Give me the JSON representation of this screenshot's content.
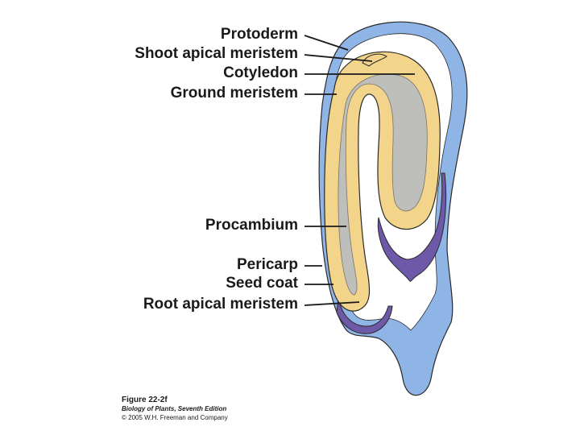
{
  "labels": {
    "protoderm": "Protoderm",
    "shoot_apical_meristem": "Shoot apical meristem",
    "cotyledon": "Cotyledon",
    "ground_meristem": "Ground meristem",
    "procambium": "Procambium",
    "pericarp": "Pericarp",
    "seed_coat": "Seed coat",
    "root_apical_meristem": "Root apical meristem"
  },
  "caption": {
    "figure": "Figure 22-2f",
    "book": "Biology of Plants, Seventh Edition",
    "copyright": "© 2005 W.H. Freeman and Company"
  },
  "colors": {
    "pericarp_blue": "#8fb4e6",
    "seed_coat_purple": "#6e58a8",
    "embryo_yellow": "#f2d48a",
    "procambium_gray": "#b9bcc0",
    "outline": "#2a2a2a"
  }
}
